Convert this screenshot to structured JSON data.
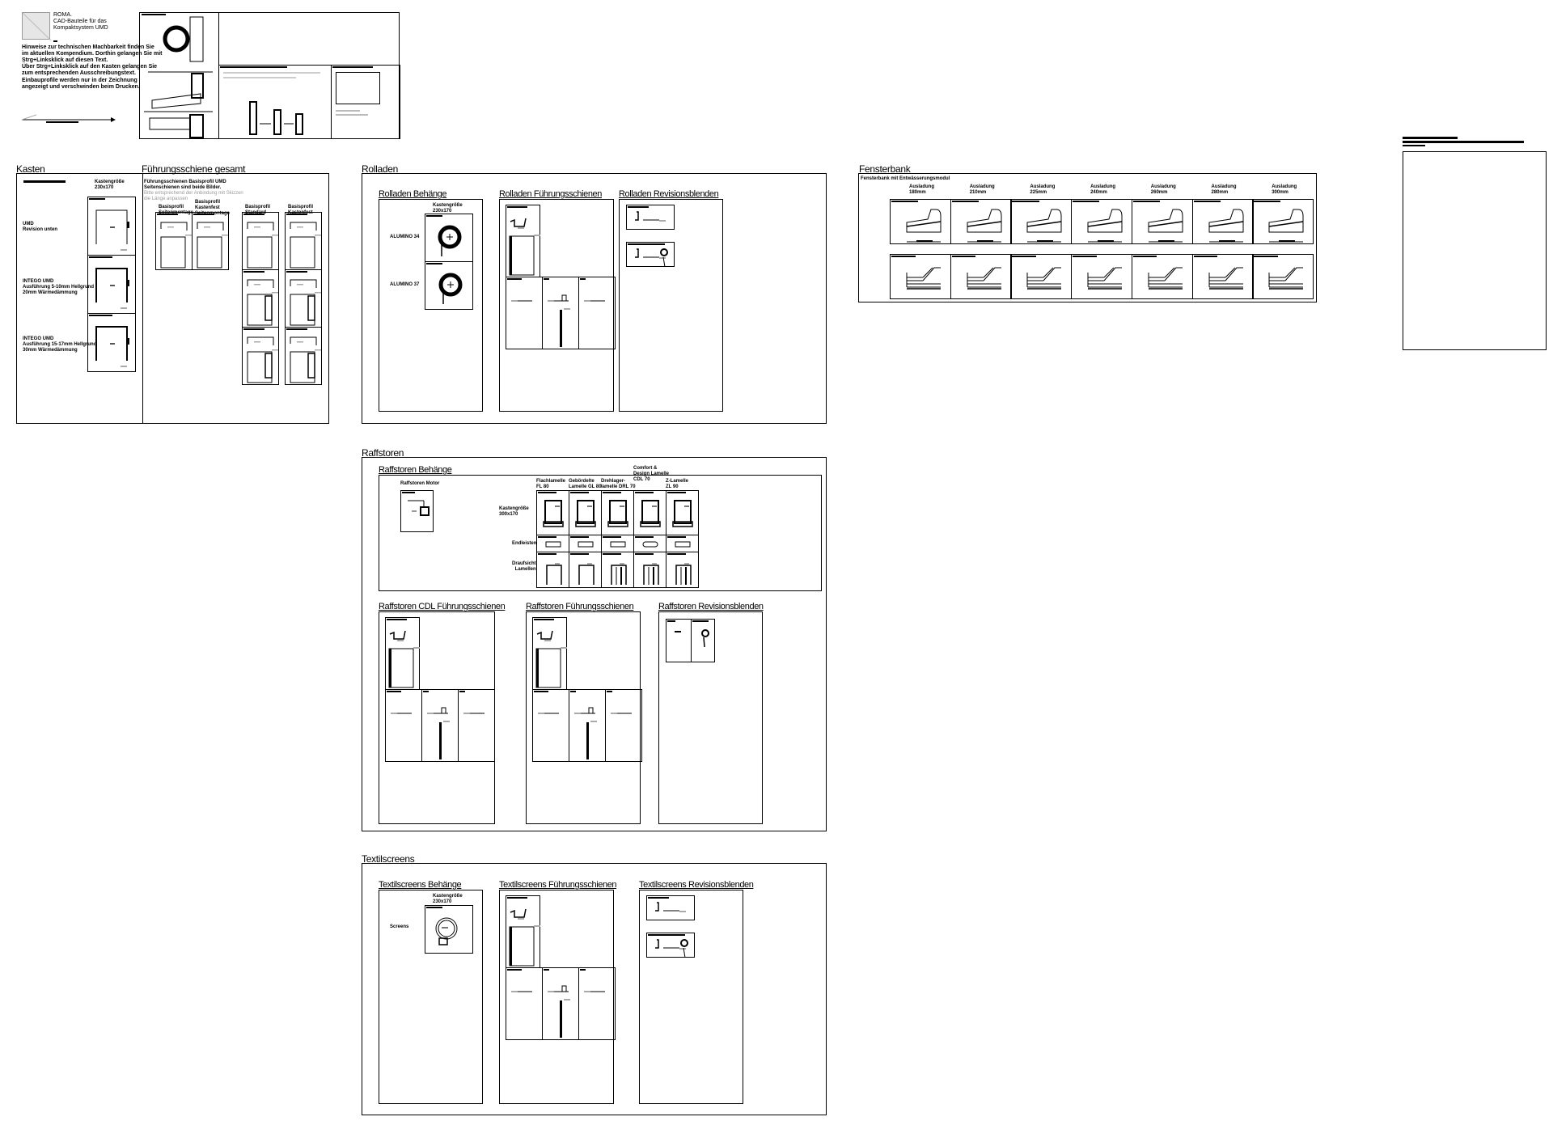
{
  "header": {
    "title_lines": "ROMA.\nCAD-Bauteile für das\nKompaktsystem UMD",
    "hint_text": "Hinweise zur technischen Machbarkeit finden Sie\nim aktuellen Kompendium. Dorthin gelangen Sie mit\nStrg+Linksklick auf diesen Text.\nÜber Strg+Linksklick auf den Kasten gelangen Sie\nzum entsprechenden Ausschreibungstext.",
    "print_note": "Einbauprofile werden nur in der Zeichnung\nangezeigt und verschwinden beim Drucken."
  },
  "kasten": {
    "title": "Kasten",
    "size_label": "Kastengröße\n230x170",
    "rows": [
      {
        "label": "UMD\nRevision unten"
      },
      {
        "label": "INTEGO UMD\nAusführung 5-10mm Hellgrund\n20mm Wärmedämmung"
      },
      {
        "label": "INTEGO UMD\nAusführung 15-17mm Hellgrund\n30mm Wärmedämmung"
      }
    ]
  },
  "fuehrung": {
    "title": "Führungsschiene gesamt",
    "line1": "Führungsschienen Basisprofil UMD",
    "line2": "Seitenschienen sind beide Bilder.",
    "note": "Bitte entsprechend der Anbindung mit Skizzen\ndie Länge anpassen",
    "columns": [
      "Basisprofil\nSeitenmontage",
      "Basisprofil\nKastenfest\nSeitenmontage",
      "Basisprofil\nStandard",
      "Basisprofil\nKastenfest"
    ]
  },
  "rolladen": {
    "title": "Rolladen",
    "behaenge_title": "Rolladen Behänge",
    "size_label": "Kastengröße\n230x170",
    "profiles": [
      "ALUMINO 34",
      "ALUMINO 37"
    ],
    "fuehrung_title": "Rolladen Führungsschienen",
    "revision_title": "Rolladen Revisionsblenden"
  },
  "raffstoren": {
    "title": "Raffstoren",
    "behaenge_title": "Raffstoren Behänge",
    "motor_label": "Raffstoren Motor",
    "columns": [
      "Flachlamelle\nFL 80",
      "Gebördelte\nLamelle GL 80",
      "Drehlager-\nlamelle DRL 70",
      "Comfort &\nDesign Lamelle\nCDL 70",
      "Z-Lamelle\nZL 90"
    ],
    "row_labels": [
      "Kastengröße\n300x170",
      "Endleisten",
      "Draufsicht\nLamellen"
    ],
    "cdl_title": "Raffstoren CDL Führungsschienen",
    "fuehrung_title": "Raffstoren Führungsschienen",
    "revision_title": "Raffstoren Revisionsblenden"
  },
  "textilscreens": {
    "title": "Textilscreens",
    "behaenge_title": "Textilscreens Behänge",
    "size_label": "Kastengröße\n230x170",
    "profile": "Screens",
    "fuehrung_title": "Textilscreens Führungsschienen",
    "revision_title": "Textilscreens Revisionsblenden"
  },
  "fensterbank": {
    "title": "Fensterbank",
    "subtitle": "Fensterbank mit Entwässerungsmodul",
    "ausladungen": [
      "Ausladung\n180mm",
      "Ausladung\n210mm",
      "Ausladung\n225mm",
      "Ausladung\n240mm",
      "Ausladung\n260mm",
      "Ausladung\n280mm",
      "Ausladung\n300mm"
    ]
  }
}
